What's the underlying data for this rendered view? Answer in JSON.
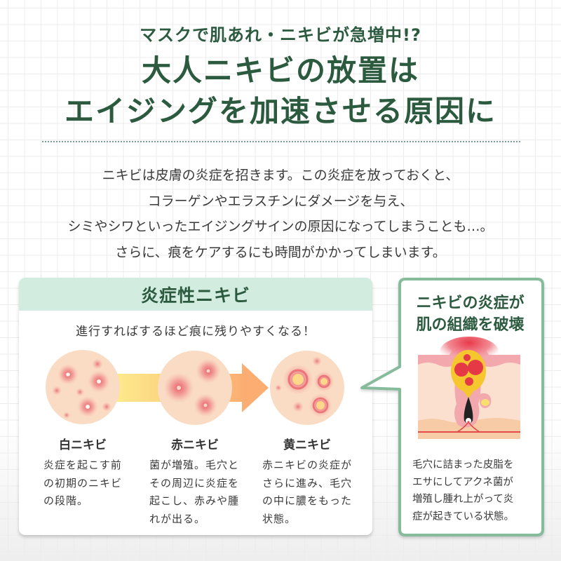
{
  "header": {
    "kicker": "マスクで肌あれ・ニキビが急増中!?",
    "title_line1": "大人ニキビの放置は",
    "title_line2": "エイジングを加速させる原因に"
  },
  "intro": {
    "lines": [
      "ニキビは皮膚の炎症を招きます。この炎症を放っておくと、",
      "コラーゲンやエラスチンにダメージを与え、",
      "シミやシワといったエイジングサインの原因になってしまうことも…。",
      "さらに、痕をケアするにも時間がかかってしまいます。"
    ]
  },
  "inflammatory_panel": {
    "heading": "炎症性ニキビ",
    "subheading": "進行すればするほど痕に残りやすくなる！",
    "stages": [
      {
        "name": "白ニキビ",
        "icon": "white-acne-skin-illustration",
        "description_lines": [
          "炎症を起こす前",
          "の初期のニキビ",
          "の段階。"
        ]
      },
      {
        "name": "赤ニキビ",
        "icon": "red-acne-skin-illustration",
        "description_lines": [
          "菌が増殖。毛穴と",
          "その周辺に炎症を",
          "起こし、赤みや腫",
          "れが出る。"
        ]
      },
      {
        "name": "黄ニキビ",
        "icon": "yellow-acne-skin-illustration",
        "description_lines": [
          "赤ニキビの炎症が",
          "さらに進み、毛穴",
          "の中に膿をもった",
          "状態。"
        ]
      }
    ],
    "progress_arrow": "progression-arrow-icon"
  },
  "callout": {
    "title_lines": [
      "ニキビの炎症が",
      "肌の組織を破壊"
    ],
    "illustration": "skin-cross-section-illustration",
    "description_lines": [
      "毛穴に詰まった皮脂を",
      "エサにしてアクネ菌が",
      "増殖し腫れ上がって炎",
      "症が起きている状態。"
    ]
  },
  "colors": {
    "title_green": "#2b5a3f",
    "panel_header_bg": "#d3ece0",
    "callout_border": "#86bc9c",
    "skin": "#fadcc4",
    "arrow_yellow": "#fce68a",
    "arrow_orange": "#fbad72",
    "divider": "#7d9a9a"
  }
}
